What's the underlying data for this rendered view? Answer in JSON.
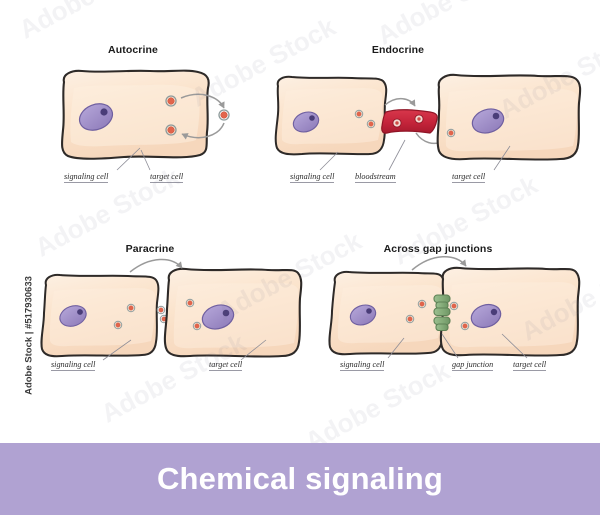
{
  "figure": {
    "banner_title": "Chemical signaling",
    "banner_color": "#b0a2d2",
    "background_color": "#ffffff",
    "watermark_text": "Adobe Stock",
    "watermark_side_text": "Adobe Stock | #517930633"
  },
  "palette": {
    "cell_fill": "#fbe3cb",
    "cell_fill_light": "#fdeede",
    "cell_outline": "#2e2a28",
    "nucleus_fill": "#a08fc8",
    "nucleus_outline": "#6f5fa0",
    "nucleolus_fill": "#4a3d78",
    "molecule_fill": "#e2654c",
    "molecule_ring": "#8d9a9a",
    "vessel_fill": "#c8283c",
    "vessel_outline": "#8f1526",
    "gap_junction_fill": "#8fb383",
    "gap_junction_outline": "#5f8256",
    "arrow_color": "#9a9a9a",
    "leader_color": "#8d8d97"
  },
  "panels": [
    {
      "id": "autocrine",
      "title": "Autocrine",
      "labels": [
        {
          "id": "signaling-cell",
          "text": "signaling cell"
        },
        {
          "id": "target-cell",
          "text": "target cell"
        }
      ]
    },
    {
      "id": "endocrine",
      "title": "Endocrine",
      "labels": [
        {
          "id": "signaling-cell",
          "text": "signaling cell"
        },
        {
          "id": "bloodstream",
          "text": "bloodstream"
        },
        {
          "id": "target-cell",
          "text": "target cell"
        }
      ]
    },
    {
      "id": "paracrine",
      "title": "Paracrine",
      "labels": [
        {
          "id": "signaling-cell",
          "text": "signaling cell"
        },
        {
          "id": "target-cell",
          "text": "target cell"
        }
      ]
    },
    {
      "id": "gap-junctions",
      "title": "Across gap junctions",
      "labels": [
        {
          "id": "signaling-cell",
          "text": "signaling cell"
        },
        {
          "id": "gap-junction",
          "text": "gap junction"
        },
        {
          "id": "target-cell",
          "text": "target cell"
        }
      ]
    }
  ]
}
